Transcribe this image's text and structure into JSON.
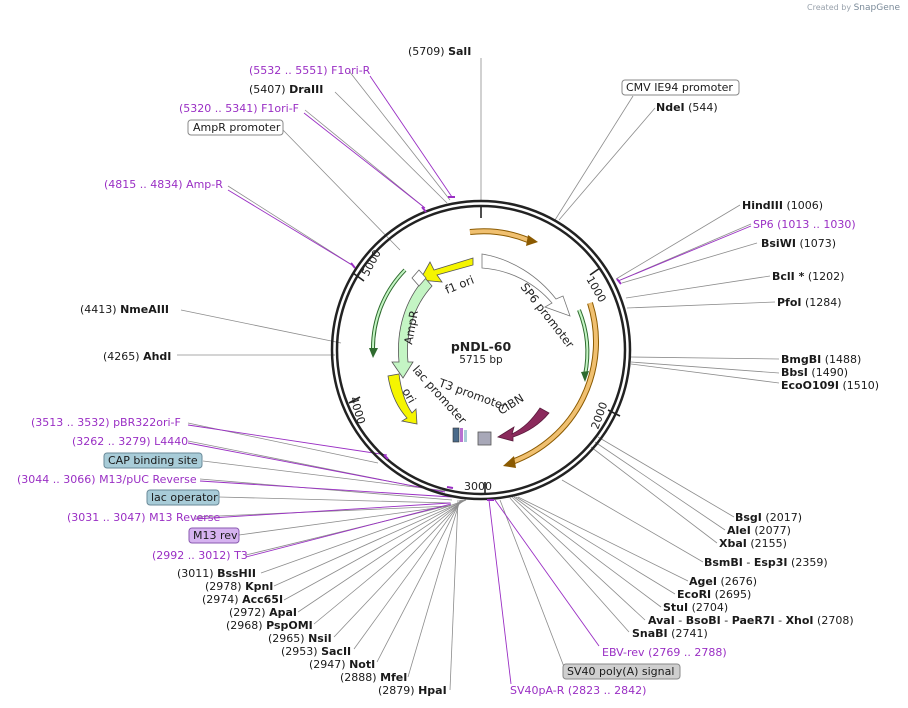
{
  "credit": {
    "created_by": "Created by",
    "brand": "SnapGene"
  },
  "plasmid": {
    "name": "pNDL-60",
    "size": "5715 bp"
  },
  "ruler": {
    "t1000": "1000",
    "t2000": "2000",
    "t3000": "3000",
    "t4000": "4000",
    "t5000": "5000"
  },
  "features": {
    "f1ori": "f1 ori",
    "sp6": "SP6 promoter",
    "ampr": "AmpR",
    "ori": "ori",
    "lac": "lac promoter",
    "t3": "T3 promoter",
    "cibn": "CIBN"
  },
  "labels_left": [
    {
      "pos": "(5709)",
      "name": "SalI"
    },
    {
      "pos": "(5532 .. 5551)",
      "name": "F1ori-R",
      "primer": true
    },
    {
      "pos": "(5407)",
      "name": "DraIII"
    },
    {
      "pos": "(5320 .. 5341)",
      "name": "F1ori-F",
      "primer": true
    },
    {
      "box": "AmpR promoter"
    },
    {
      "pos": "(4815 .. 4834)",
      "name": "Amp-R",
      "primer": true
    },
    {
      "pos": "(4413)",
      "name": "NmeAIII"
    },
    {
      "pos": "(4265)",
      "name": "AhdI"
    },
    {
      "pos": "(3513 .. 3532)",
      "name": "pBR322ori-F",
      "primer": true
    },
    {
      "pos": "(3262 .. 3279)",
      "name": "L4440",
      "primer": true
    },
    {
      "box": "CAP binding site"
    },
    {
      "pos": "(3044 .. 3066)",
      "name": "M13/pUC Reverse",
      "primer": true
    },
    {
      "box": "lac operator"
    },
    {
      "pos": "(3031 .. 3047)",
      "name": "M13 Reverse",
      "primer": true
    },
    {
      "box": "M13 rev"
    },
    {
      "pos": "(2992 .. 3012)",
      "name": "T3",
      "primer": true
    }
  ],
  "labels_bottom_left": [
    {
      "pos": "(3011)",
      "name": "BssHII"
    },
    {
      "pos": "(2978)",
      "name": "KpnI"
    },
    {
      "pos": "(2974)",
      "name": "Acc65I"
    },
    {
      "pos": "(2972)",
      "name": "ApaI"
    },
    {
      "pos": "(2968)",
      "name": "PspOMI"
    },
    {
      "pos": "(2965)",
      "name": "NsiI"
    },
    {
      "pos": "(2953)",
      "name": "SacII"
    },
    {
      "pos": "(2947)",
      "name": "NotI"
    },
    {
      "pos": "(2888)",
      "name": "MfeI"
    },
    {
      "pos": "(2879)",
      "name": "HpaI"
    }
  ],
  "labels_right": [
    {
      "box": "CMV IE94 promoter"
    },
    {
      "name": "NdeI",
      "pos": "(544)"
    },
    {
      "name": "HindIII",
      "pos": "(1006)"
    },
    {
      "name": "SP6",
      "pos": "(1013 .. 1030)",
      "primer": true
    },
    {
      "name": "BsiWI",
      "pos": "(1073)"
    },
    {
      "name": "BclI *",
      "pos": "(1202)"
    },
    {
      "name": "PfoI",
      "pos": "(1284)"
    },
    {
      "name": "BmgBI",
      "pos": "(1488)"
    },
    {
      "name": "BbsI",
      "pos": "(1490)"
    },
    {
      "name": "EcoO109I",
      "pos": "(1510)"
    },
    {
      "name": "BsgI",
      "pos": "(2017)"
    },
    {
      "name": "AleI",
      "pos": "(2077)"
    },
    {
      "name": "XbaI",
      "pos": "(2155)"
    },
    {
      "name": "BsmBI",
      "sep": " - ",
      "name2": "Esp3I",
      "pos": "(2359)"
    },
    {
      "name": "AgeI",
      "pos": "(2676)"
    },
    {
      "name": "EcoRI",
      "pos": "(2695)"
    },
    {
      "name": "StuI",
      "pos": "(2704)"
    },
    {
      "name": "AvaI",
      "sep": " - ",
      "name2": "BsoBI",
      "name3": "PaeR7I",
      "name4": "XhoI",
      "pos": "(2708)"
    },
    {
      "name": "SnaBI",
      "pos": "(2741)"
    },
    {
      "name": "EBV-rev",
      "pos": "(2769 .. 2788)",
      "primer": true
    },
    {
      "box": "SV40 poly(A) signal"
    },
    {
      "name": "SV40pA-R",
      "pos": "(2823 .. 2842)",
      "primer": true
    }
  ],
  "colors": {
    "primer": "#9a2fc4",
    "leader": "#8c8c8c",
    "feature_yellow": "#f5f500",
    "feature_green": "#c4f5c4",
    "feature_orange": "#f0c070",
    "feature_purple": "#8b2a5c",
    "box_blue": "#a8ccd8",
    "box_purple": "#d6b3f0",
    "box_gray": "#cfcfcf"
  }
}
